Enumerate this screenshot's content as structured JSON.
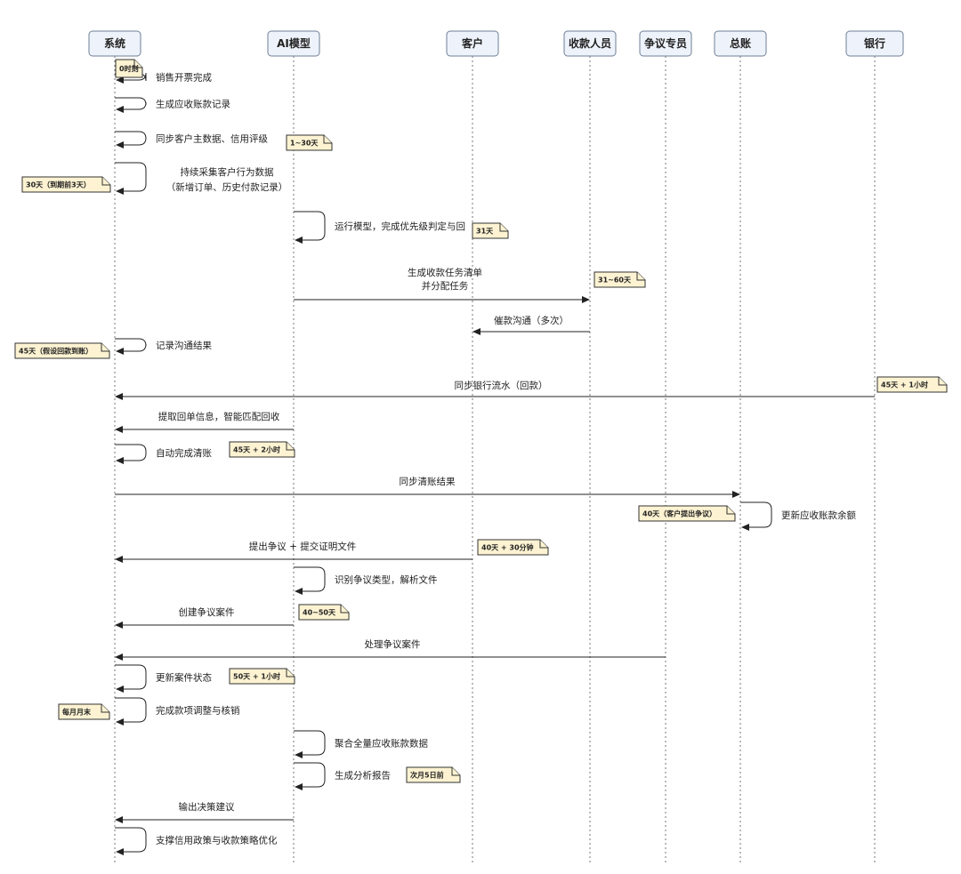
{
  "participants": [
    {
      "id": "sys",
      "label": "系统"
    },
    {
      "id": "ai",
      "label": "AI模型"
    },
    {
      "id": "cust",
      "label": "客户"
    },
    {
      "id": "col",
      "label": "收款人员"
    },
    {
      "id": "disp",
      "label": "争议专员"
    },
    {
      "id": "gl",
      "label": "总账"
    },
    {
      "id": "bank",
      "label": "银行"
    }
  ],
  "messages": [
    {
      "text": "销售开票完成",
      "from": "sys",
      "to": "sys"
    },
    {
      "text": "生成应收账款记录",
      "from": "sys",
      "to": "sys"
    },
    {
      "text": "同步客户主数据、信用评级",
      "from": "sys",
      "to": "sys"
    },
    {
      "text": "持续采集客户行为数据\n（新增订单、历史付款记录）",
      "from": "sys",
      "to": "sys"
    },
    {
      "text": "运行模型，完成优先级判定与回",
      "from": "ai",
      "to": "ai"
    },
    {
      "text": "生成收款任务清单\n并分配任务",
      "from": "ai",
      "to": "col"
    },
    {
      "text": "催款沟通（多次）",
      "from": "col",
      "to": "cust"
    },
    {
      "text": "记录沟通结果",
      "from": "sys",
      "to": "sys"
    },
    {
      "text": "同步银行流水（回款）",
      "from": "bank",
      "to": "sys"
    },
    {
      "text": "提取回单信息，智能匹配回收",
      "from": "ai",
      "to": "sys"
    },
    {
      "text": "自动完成清账",
      "from": "sys",
      "to": "sys"
    },
    {
      "text": "同步清账结果",
      "from": "sys",
      "to": "gl"
    },
    {
      "text": "更新应收账款余额",
      "from": "gl",
      "to": "gl"
    },
    {
      "text": "提出争议 + 提交证明文件",
      "from": "cust",
      "to": "sys"
    },
    {
      "text": "识别争议类型，解析文件",
      "from": "ai",
      "to": "ai"
    },
    {
      "text": "创建争议案件",
      "from": "ai",
      "to": "sys"
    },
    {
      "text": "处理争议案件",
      "from": "disp",
      "to": "sys"
    },
    {
      "text": "更新案件状态",
      "from": "sys",
      "to": "sys"
    },
    {
      "text": "完成款项调整与核销",
      "from": "sys",
      "to": "sys"
    },
    {
      "text": "聚合全量应收账款数据",
      "from": "ai",
      "to": "ai"
    },
    {
      "text": "生成分析报告",
      "from": "ai",
      "to": "ai"
    },
    {
      "text": "输出决策建议",
      "from": "ai",
      "to": "sys"
    },
    {
      "text": "支撑信用政策与收款策略优化",
      "from": "sys",
      "to": "sys"
    }
  ],
  "notes": [
    {
      "text": "0时刻"
    },
    {
      "text": "1~30天"
    },
    {
      "text": "30天（到期前3天）"
    },
    {
      "text": "31天"
    },
    {
      "text": "31~60天"
    },
    {
      "text": "45天（假设回款到账）"
    },
    {
      "text": "45天 + 1小时"
    },
    {
      "text": "45天 + 2小时"
    },
    {
      "text": "40天（客户提出争议）"
    },
    {
      "text": "40天 + 30分钟"
    },
    {
      "text": "40~50天"
    },
    {
      "text": "50天 + 1小时"
    },
    {
      "text": "每月月末"
    },
    {
      "text": "次月5日前"
    }
  ]
}
